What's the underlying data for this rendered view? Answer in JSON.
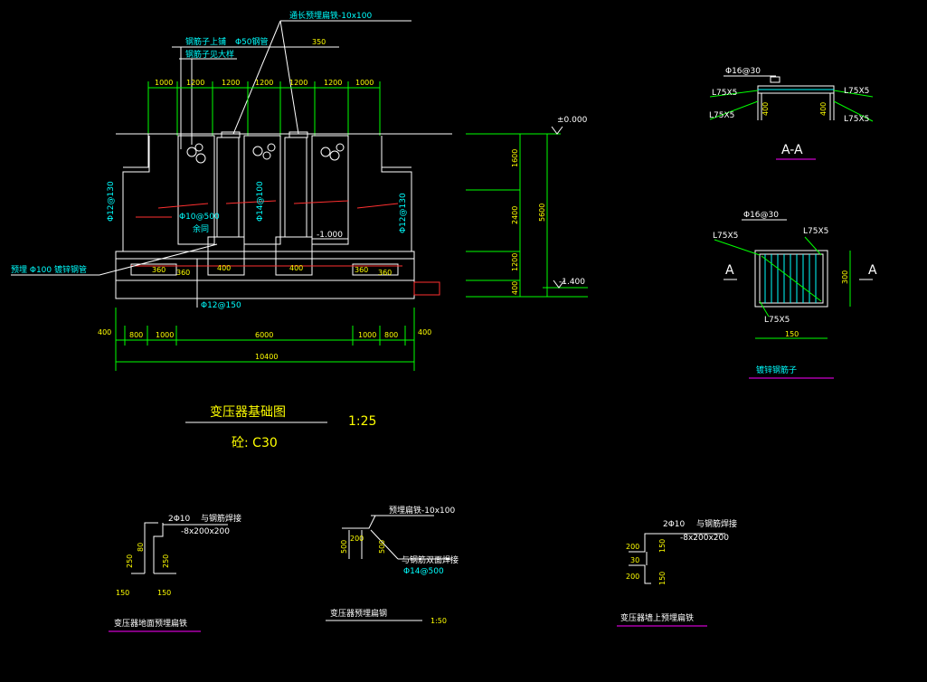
{
  "colors": {
    "background": "#000000",
    "dim": "#00ff00",
    "outline": "#ffffff",
    "label": "#00ffff",
    "text": "#ffff00",
    "rebar": "#ff3030",
    "underline": "#ff00ff"
  },
  "main": {
    "callout_steel": "通长预埋扁铁-10x100",
    "callout_rail1": "钢筋子上铺",
    "callout_pipe": "Φ50钢管",
    "callout_350": "350",
    "callout_rail2": "钢筋子见大样",
    "top_dims": [
      "1000",
      "1200",
      "1200",
      "1200",
      "1200",
      "1200",
      "1000"
    ],
    "elev_top": "±0.000",
    "elev_mid": "-1.000",
    "elev_bot": "-1.400",
    "right_dims": [
      "1600",
      "2400",
      "1200",
      "400"
    ],
    "right_total": "5600",
    "bar_left": "Φ12@130",
    "bar_right": "Φ12@130",
    "bar_mid1": "Φ14@100",
    "bar_center": "Φ10@500",
    "label_gravel": "余同",
    "left_note": "预埋 Φ100 镀锌钢管",
    "bottom_bar": "Φ12@150",
    "base_dims": [
      "360",
      "360",
      "400",
      "400",
      "360",
      "360"
    ],
    "bottom_dims": [
      "400",
      "800",
      "1000",
      "6000",
      "1000",
      "800",
      "400"
    ],
    "total_width": "10400",
    "title": "变压器基础图",
    "scale": "1:25",
    "concrete": "砼: C30"
  },
  "section_aa": {
    "title": "A-A",
    "bar": "Φ16@30",
    "labels": [
      "L75X5",
      "L75X5",
      "L75X5",
      "L75X5"
    ],
    "dims": [
      "400",
      "400"
    ]
  },
  "plan": {
    "bar": "Φ16@30",
    "labels": [
      "L75X5",
      "L75X5",
      "L75X5"
    ],
    "cut_left": "A",
    "cut_right": "A",
    "dim_w": "150",
    "dim_h": "300",
    "title": "镀锌钢筋子"
  },
  "detail1": {
    "bar": "2Φ10",
    "weld": "与钢筋焊接",
    "plate": "-8x200x200",
    "dims_v": [
      "80",
      "250",
      "250"
    ],
    "dims_h": [
      "150",
      "150"
    ],
    "title": "变压器地面预埋扁铁"
  },
  "detail2": {
    "top_note": "预埋扁铁-10x100",
    "dims": [
      "200",
      "500",
      "500"
    ],
    "weld": "与钢筋双面焊接",
    "bar": "Φ14@500",
    "title": "变压器预埋扁钢",
    "scale": "1:50"
  },
  "detail3": {
    "bar": "2Φ10",
    "weld": "与钢筋焊接",
    "plate": "-8x200x200",
    "dims_v": [
      "200",
      "150",
      "30",
      "200",
      "150"
    ],
    "title": "变压器墙上预埋扁铁"
  }
}
